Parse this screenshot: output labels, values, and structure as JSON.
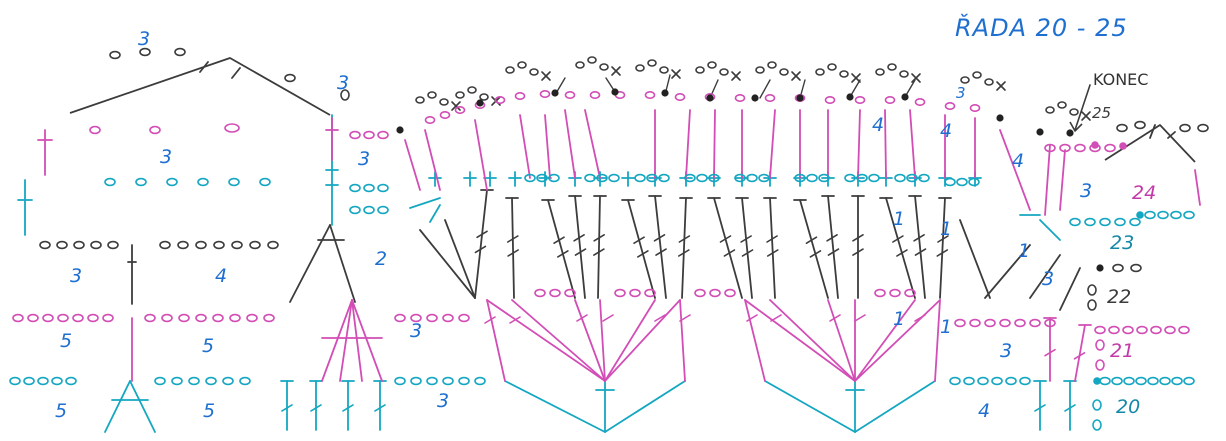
{
  "title": "ŘADA 20 - 25",
  "end_label": "KONEC",
  "colors": {
    "pink": "#d24db6",
    "cyan": "#14a7c1",
    "dark": "#3c3c3c",
    "blue_text": "#1e6fd0",
    "teal_text": "#1588a8",
    "pink_text": "#c23aa8"
  },
  "row_numbers": [
    {
      "label": "20",
      "color": "cyan"
    },
    {
      "label": "21",
      "color": "pink"
    },
    {
      "label": "22",
      "color": "dark"
    },
    {
      "label": "23",
      "color": "cyan"
    },
    {
      "label": "24",
      "color": "pink"
    },
    {
      "label": "25",
      "color": "dark"
    }
  ],
  "stitch_counts": [
    "3",
    "3",
    "3",
    "4",
    "5",
    "5",
    "5",
    "5",
    "3",
    "3",
    "2",
    "3",
    "3",
    "4",
    "4",
    "4",
    "3",
    "3",
    "1",
    "1",
    "1",
    "1",
    "1",
    "3",
    "4",
    "3"
  ]
}
